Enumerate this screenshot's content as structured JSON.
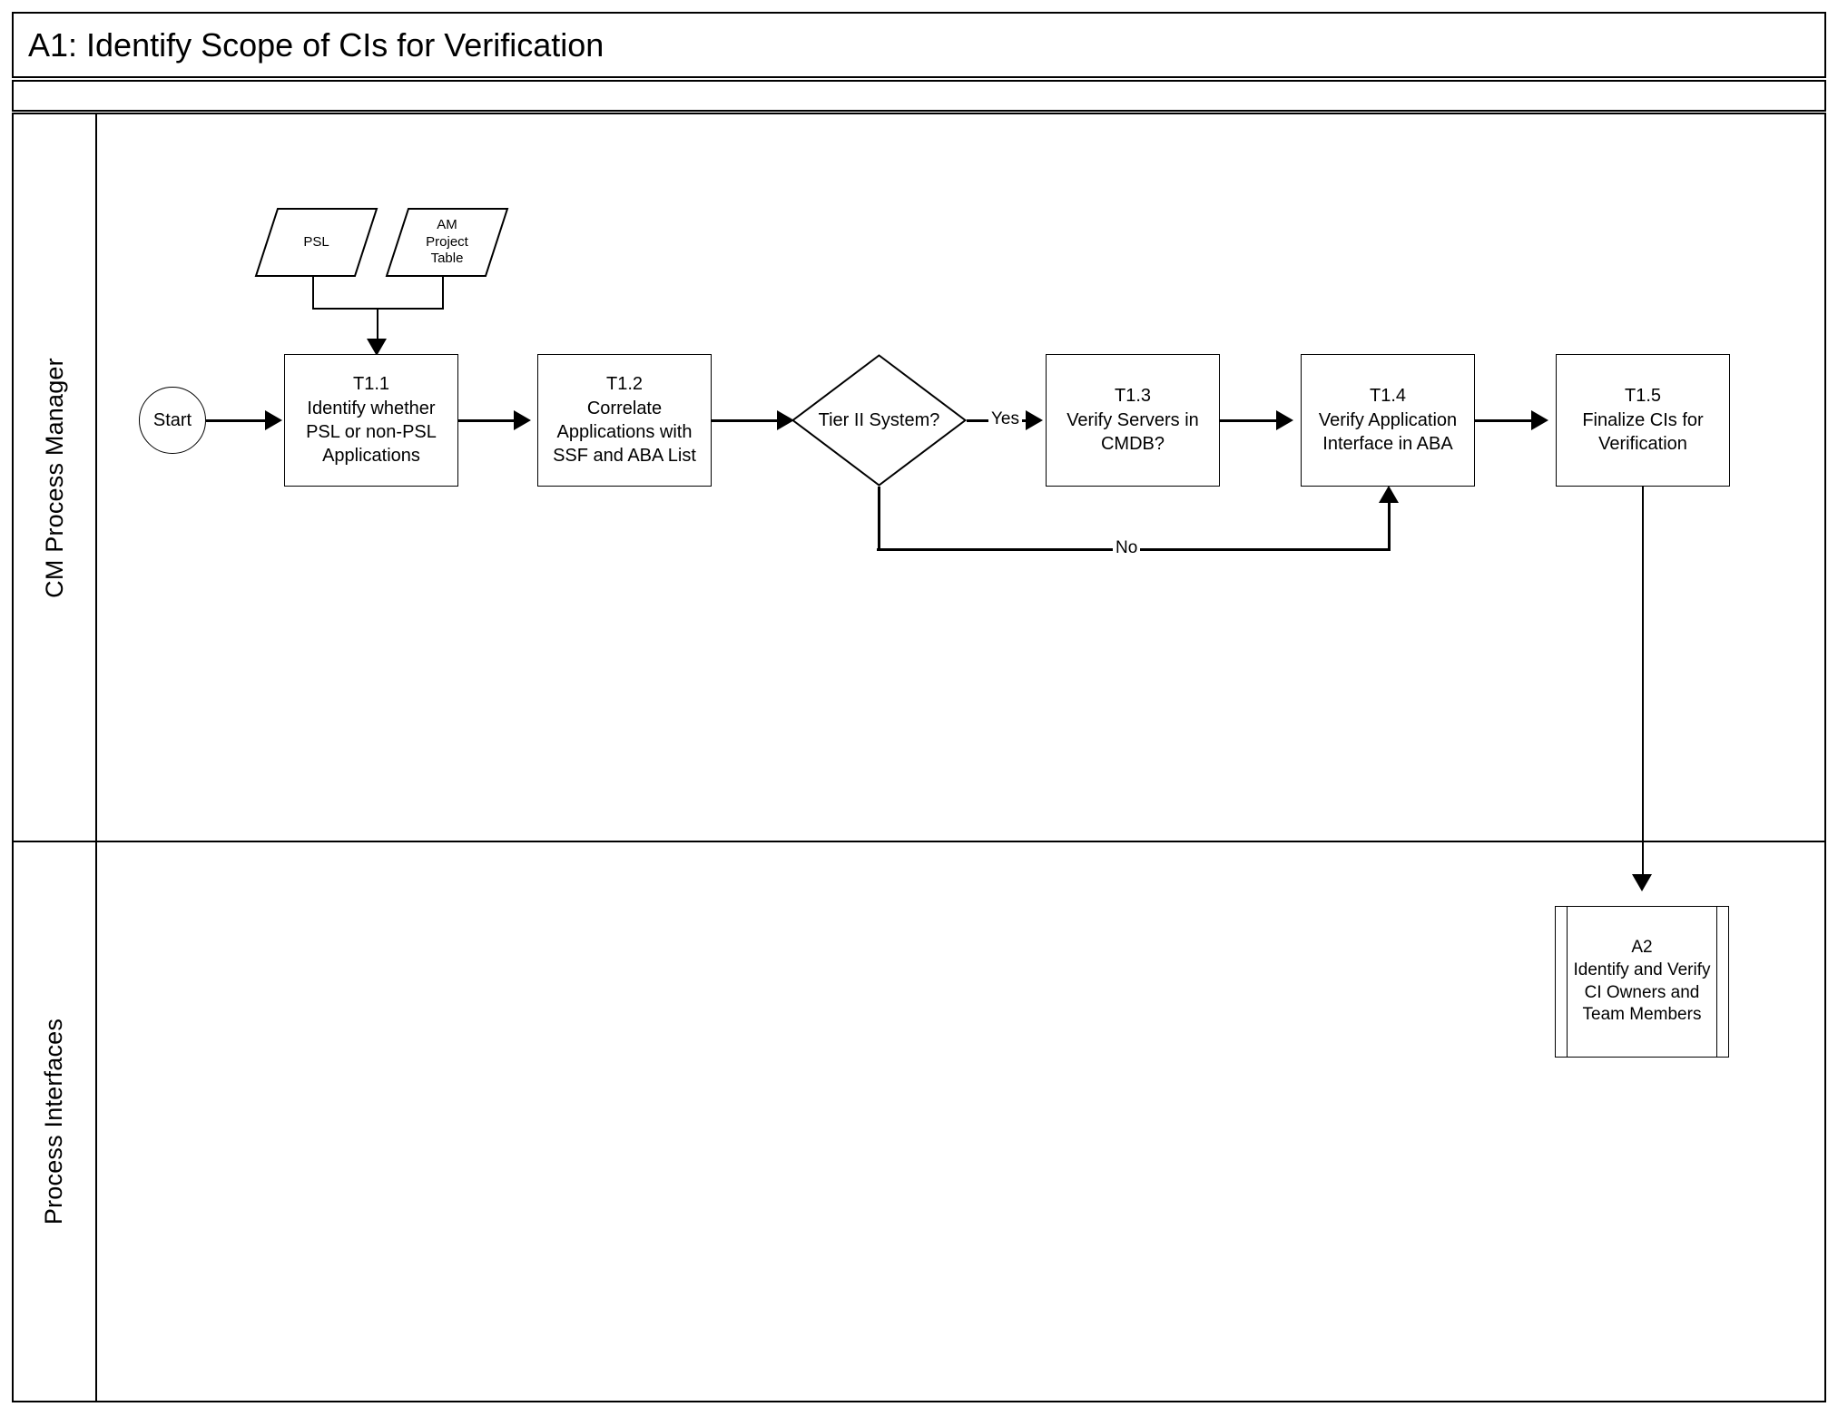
{
  "diagram": {
    "title": "A1: Identify Scope of CIs for Verification",
    "type": "swimlane-flowchart",
    "header_band": "",
    "lanes": [
      {
        "id": "lane-cm-process-manager",
        "label": "CM Process Manager"
      },
      {
        "id": "lane-process-interfaces",
        "label": "Process Interfaces"
      }
    ],
    "nodes": {
      "start": {
        "label": "Start",
        "shape": "terminator"
      },
      "psl": {
        "label": "PSL",
        "shape": "data"
      },
      "am_project_table": {
        "label": "AM\nProject\nTable",
        "line1": "AM",
        "line2": "Project",
        "line3": "Table",
        "shape": "data"
      },
      "t11": {
        "id": "T1.1",
        "text": "Identify whether PSL or non-PSL Applications",
        "shape": "process"
      },
      "t12": {
        "id": "T1.2",
        "text": "Correlate Applications with SSF and ABA List",
        "shape": "process"
      },
      "decision": {
        "label": "Tier II System?",
        "shape": "decision"
      },
      "t13": {
        "id": "T1.3",
        "text": "Verify Servers in CMDB?",
        "shape": "process"
      },
      "t14": {
        "id": "T1.4",
        "text": "Verify Application Interface in ABA",
        "shape": "process"
      },
      "t15": {
        "id": "T1.5",
        "text": "Finalize CIs for Verification",
        "shape": "process"
      },
      "a2": {
        "id": "A2",
        "text": "Identify and Verify CI Owners and Team Members",
        "shape": "predefined-process"
      }
    },
    "edge_labels": {
      "yes": "Yes",
      "no": "No"
    },
    "colors": {
      "line": "#000000",
      "background": "#ffffff",
      "text": "#000000"
    }
  }
}
